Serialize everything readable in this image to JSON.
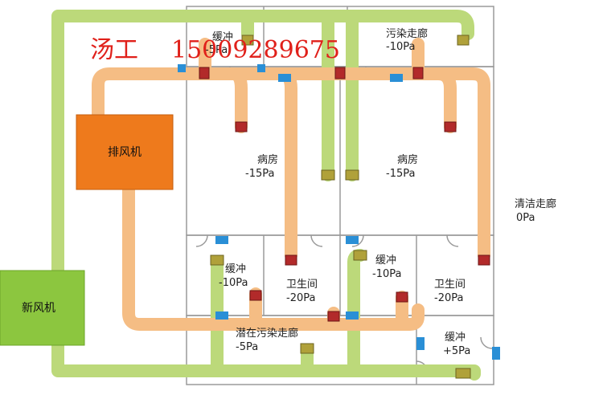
{
  "watermark": {
    "name": "汤工",
    "phone": "15009289675"
  },
  "equipment": {
    "exhaust_fan": "排风机",
    "fresh_air_unit": "新风机"
  },
  "rooms": {
    "buffer_top": {
      "name": "缓冲",
      "pressure": "-5Pa"
    },
    "contaminated_corridor": {
      "name": "污染走廊",
      "pressure": "-10Pa"
    },
    "ward_left": {
      "name": "病房",
      "pressure": "-15Pa"
    },
    "ward_right": {
      "name": "病房",
      "pressure": "-15Pa"
    },
    "clean_corridor": {
      "name": "清洁走廊",
      "pressure": "0Pa"
    },
    "buffer_left": {
      "name": "缓冲",
      "pressure": "-10Pa"
    },
    "toilet_left": {
      "name": "卫生间",
      "pressure": "-20Pa"
    },
    "buffer_mid": {
      "name": "缓冲",
      "pressure": "-10Pa"
    },
    "toilet_right": {
      "name": "卫生间",
      "pressure": "-20Pa"
    },
    "potential_contaminated_corridor": {
      "name": "潜在污染走廊",
      "pressure": "-5Pa"
    },
    "buffer_bottom": {
      "name": "缓冲",
      "pressure": "+5Pa"
    }
  },
  "colors": {
    "supply_duct": "#bcd97a",
    "exhaust_duct": "#f5bd84",
    "exhaust_fan": "#ee7a1c",
    "fresh_air_unit": "#8cc63f",
    "damper_supply": "#b0a13a",
    "damper_exhaust": "#b22a2a",
    "vent": "#2a8fd6",
    "wall": "#9a9a9a",
    "watermark": "#e0201a"
  }
}
